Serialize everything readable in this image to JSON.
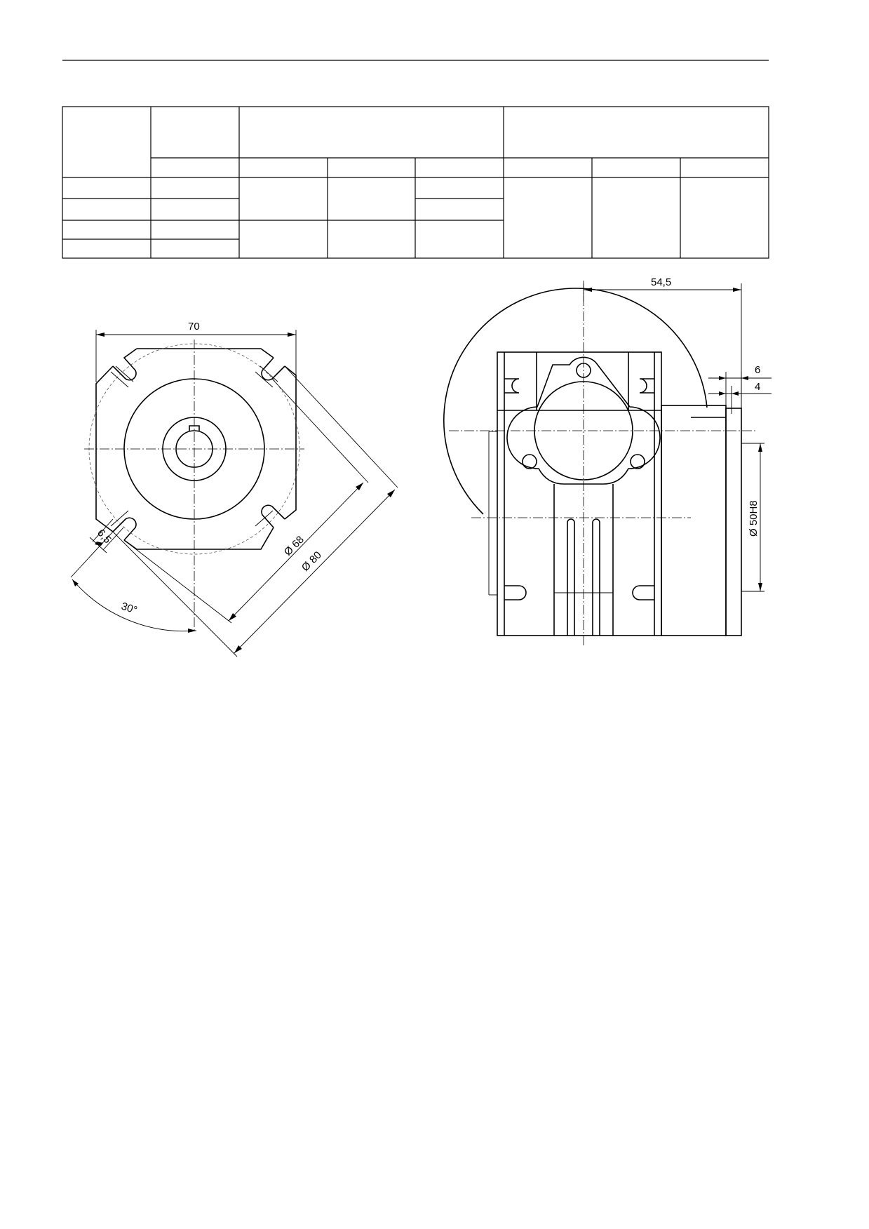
{
  "labels": {
    "width_70": "70",
    "slot_6_5": "6,5",
    "dia_68": "Ø 68",
    "dia_80": "Ø 80",
    "angle_30": "30°",
    "length_54_5": "54,5",
    "thick_6": "6",
    "thick_4": "4",
    "dia_50h8": "Ø 50H8"
  }
}
